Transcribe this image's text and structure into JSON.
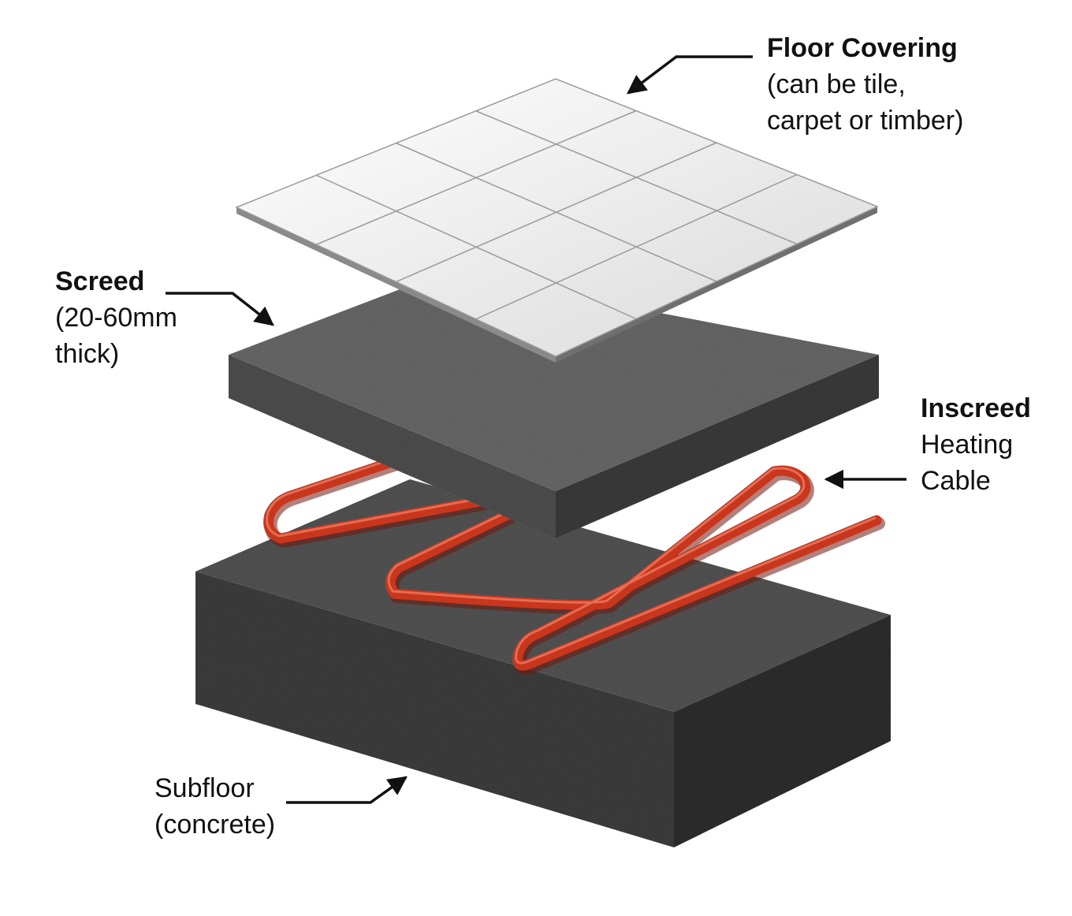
{
  "colors": {
    "background": "#ffffff",
    "tile": "#eeeeee",
    "tile_grout": "#9a9a9a",
    "screed": "#5f5f5f",
    "concrete": "#4a4a4a",
    "cable": "#c8361e",
    "text": "#111111"
  },
  "layers": {
    "floor_covering": {
      "title": "Floor Covering",
      "lines": [
        "(can be tile,",
        "carpet or timber)"
      ],
      "tile_grid": [
        4,
        4
      ]
    },
    "screed": {
      "title": "Screed",
      "lines": [
        "(20-60mm",
        "thick)"
      ]
    },
    "heating_cable": {
      "title": "Inscreed",
      "lines": [
        "Heating",
        "Cable"
      ]
    },
    "subfloor": {
      "lines": [
        "Subfloor",
        "(concrete)"
      ]
    }
  }
}
